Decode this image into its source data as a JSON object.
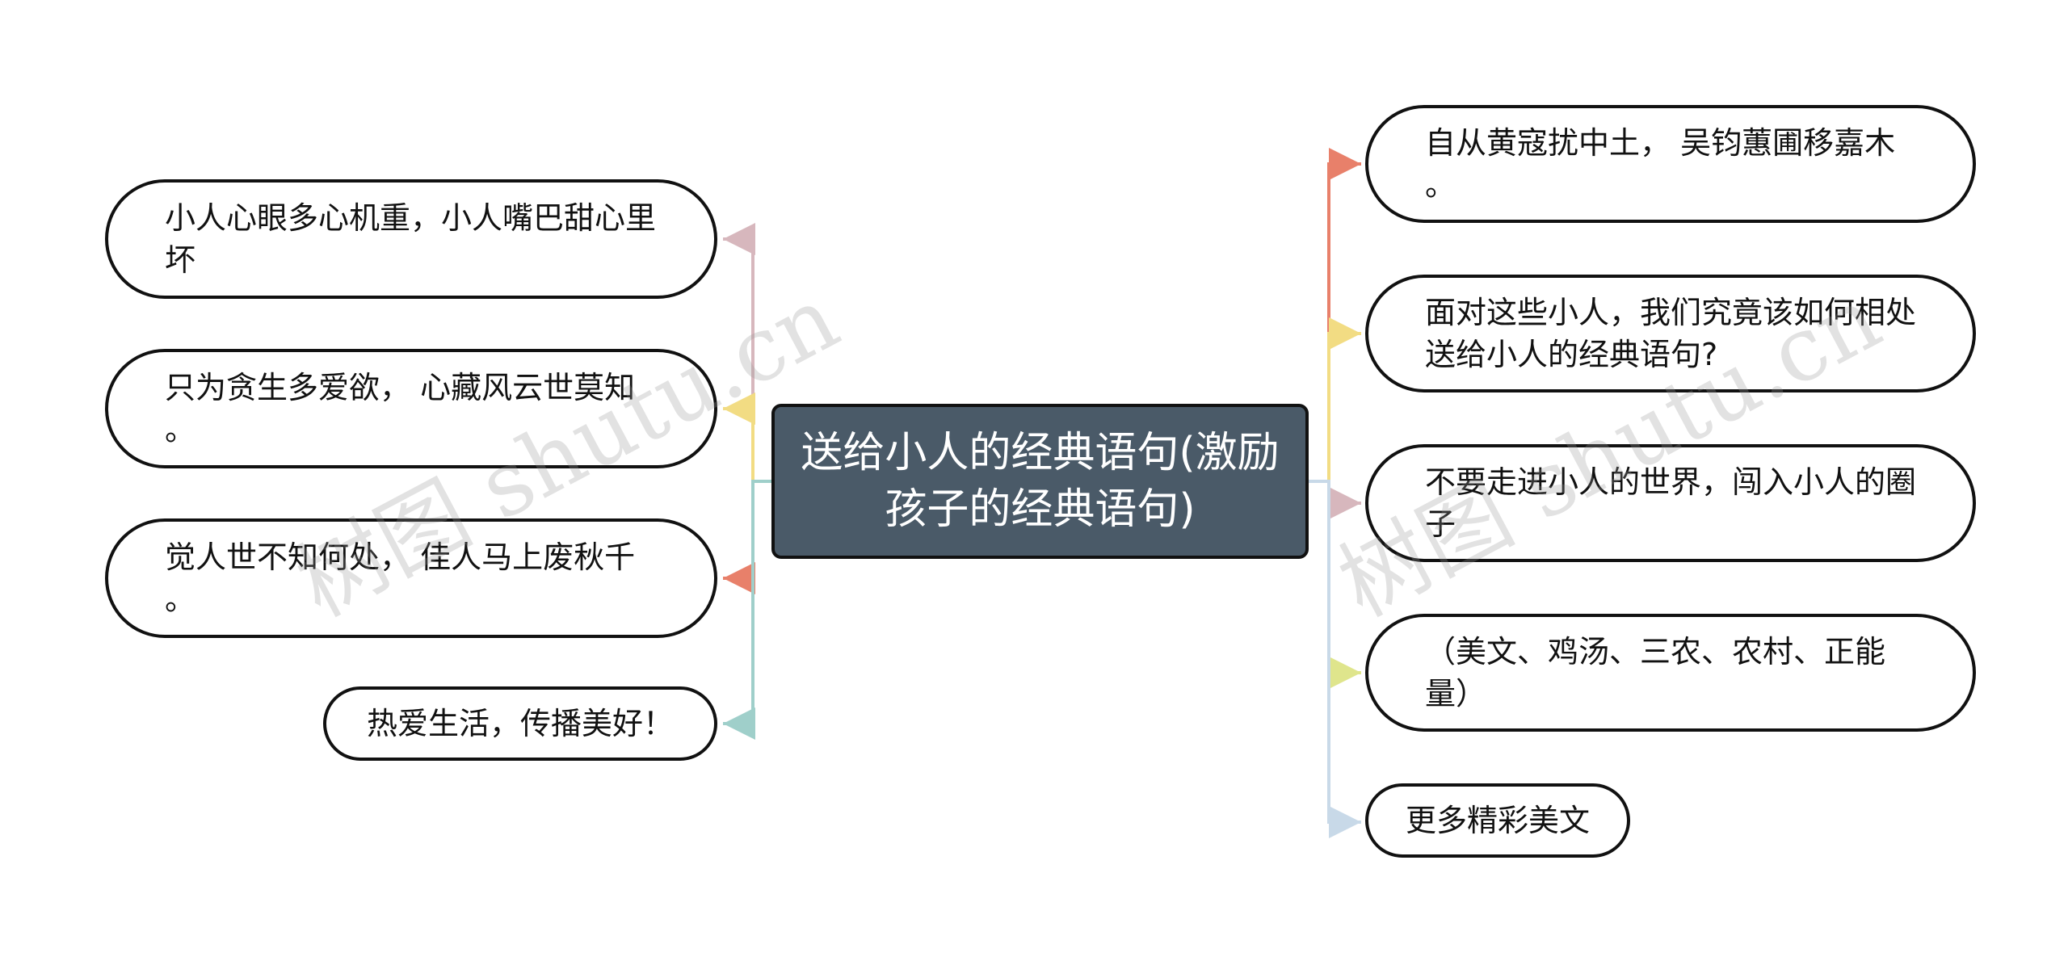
{
  "root": {
    "label": "送给小人的经典语句(激励孩子的经典语句)"
  },
  "left_nodes": [
    {
      "label": "小人心眼多心机重，小人嘴巴甜心里坏",
      "color": "#d7b7bd"
    },
    {
      "label": "只为贪生多爱欲， 心藏风云世莫知 。",
      "color": "#f2dc83"
    },
    {
      "label": "觉人世不知何处， 佳人马上废秋千 。",
      "color": "#e8806a"
    },
    {
      "label": "热爱生活，传播美好！",
      "color": "#9fcfca"
    }
  ],
  "right_nodes": [
    {
      "label": "自从黄寇扰中土， 吴钧蕙圃移嘉木 。",
      "color": "#e8806a"
    },
    {
      "label": "面对这些小人，我们究竟该如何相处送给小人的经典语句?",
      "color": "#f2dc83"
    },
    {
      "label": "不要走进小人的世界，闯入小人的圈子",
      "color": "#d7b7bd"
    },
    {
      "label": "（美文、鸡汤、三农、农村、正能量）",
      "color": "#dfe58c"
    },
    {
      "label": "更多精彩美文",
      "color": "#c8d9e8"
    }
  ],
  "watermark": "树图 shutu.cn"
}
